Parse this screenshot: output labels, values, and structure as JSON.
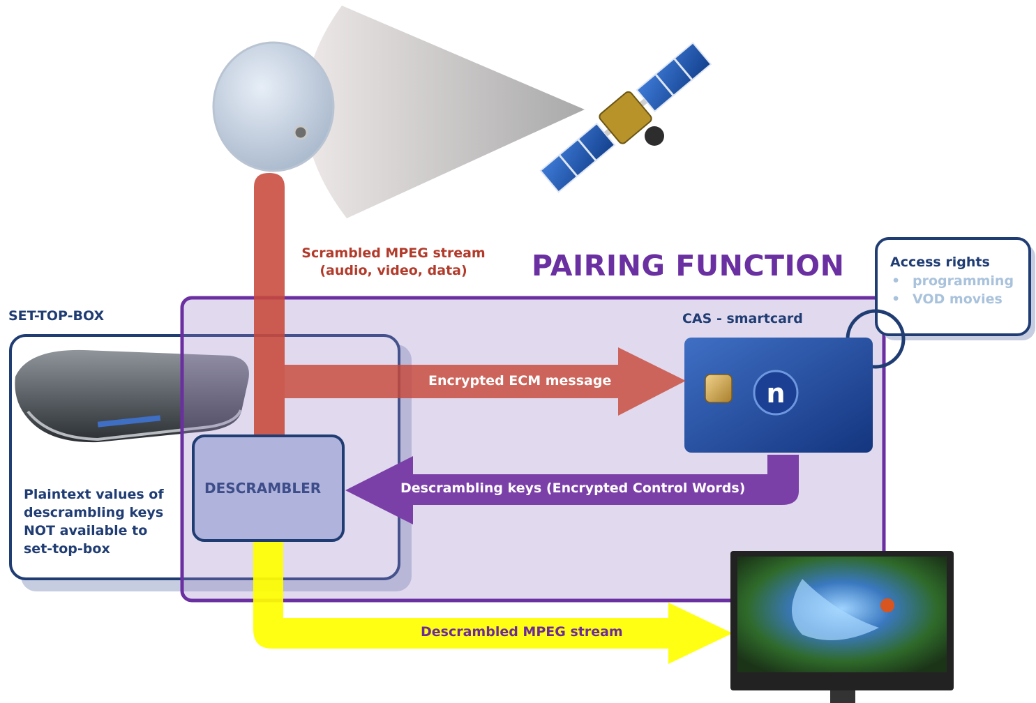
{
  "diagram": {
    "title": "PAIRING FUNCTION",
    "scrambled_stream": {
      "line1": "Scrambled MPEG stream",
      "line2": "(audio, video, data)"
    },
    "set_top_box_label": "SET-TOP-BOX",
    "descrambler_label": "DESCRAMBLER",
    "cas_label": "CAS - smartcard",
    "ecm_arrow_label": "Encrypted ECM message",
    "keys_arrow_label": "Descrambling keys (Encrypted Control Words)",
    "descrambled_arrow_label": "Descrambled MPEG stream",
    "plaintext_note": [
      "Plaintext values of",
      "descrambling keys",
      "NOT available to",
      "set-top-box"
    ],
    "access_rights": {
      "title": "Access rights",
      "items": [
        "programming",
        "VOD movies"
      ],
      "bullet": "•"
    },
    "smartcard_logo": "n",
    "colors": {
      "scrambled": "#c7493a",
      "descrambled": "#ffff00",
      "keys": "#7b3fa8",
      "pairing_frame": "#6a2fa0",
      "box_outline": "#1f3c73"
    }
  }
}
